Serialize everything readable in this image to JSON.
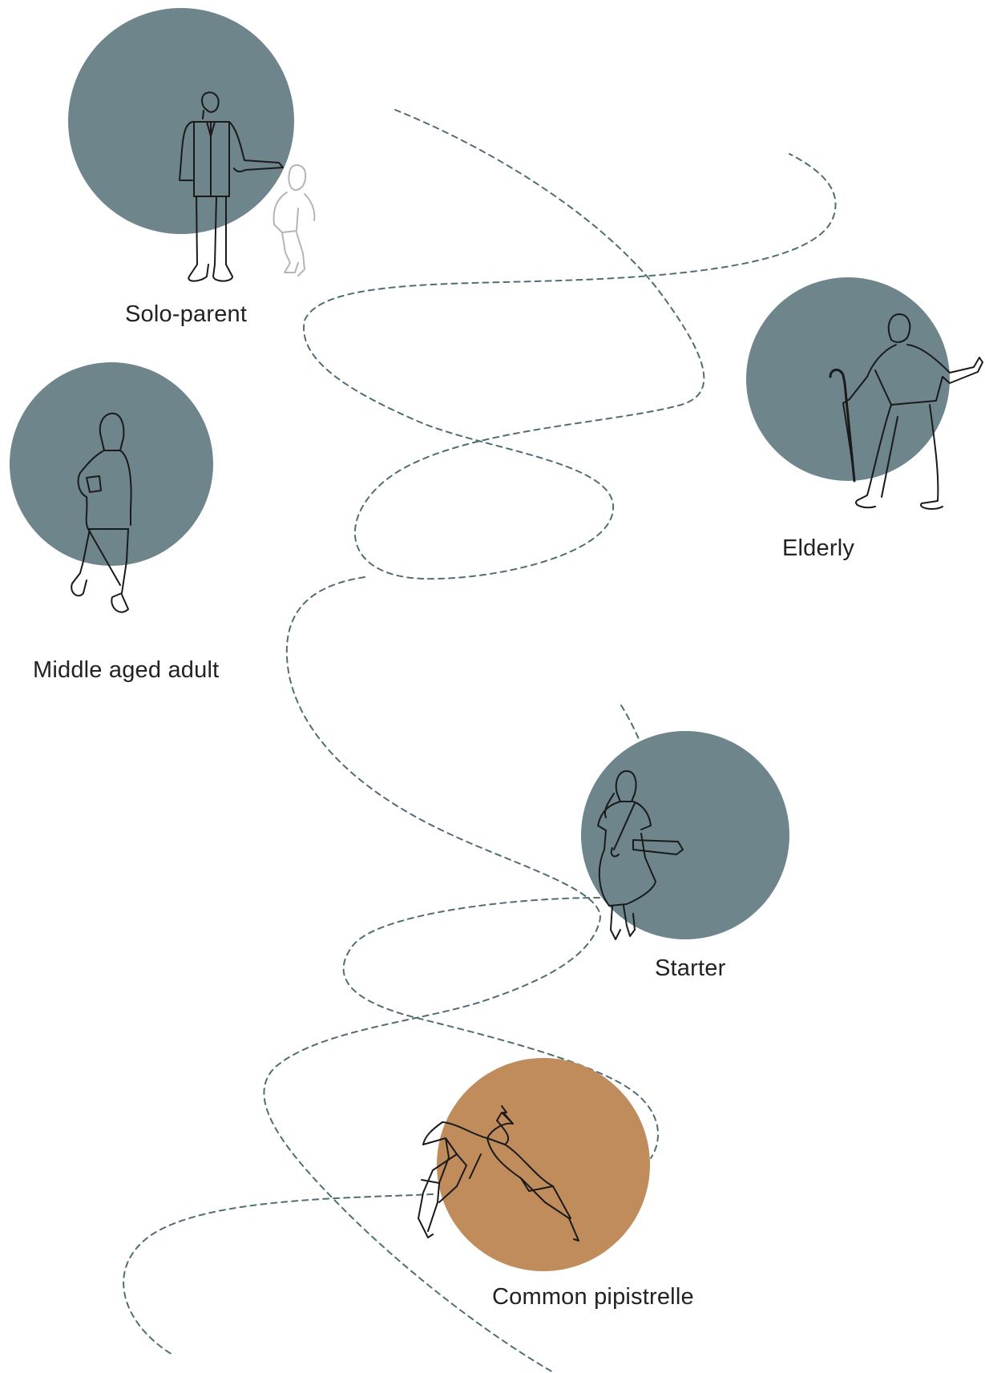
{
  "colors": {
    "background": "#ffffff",
    "persona_circle": "#6e858b",
    "species_circle": "#c08c5c",
    "path_stroke": "#4f6e73",
    "figure_stroke": "#1a1a1a",
    "figure_faint_stroke": "#b5b5b5",
    "label_text": "#222222"
  },
  "personas": [
    {
      "id": "solo-parent",
      "label": "Solo-parent",
      "kind": "person",
      "icon": "parent-with-child-figure"
    },
    {
      "id": "middle-aged-adult",
      "label": "Middle aged adult",
      "kind": "person",
      "icon": "hooded-adult-figure"
    },
    {
      "id": "elderly",
      "label": "Elderly",
      "kind": "person",
      "icon": "elderly-with-cane-figure"
    },
    {
      "id": "starter",
      "label": "Starter",
      "kind": "person",
      "icon": "young-person-with-case-figure"
    },
    {
      "id": "common-pipistrelle",
      "label": "Common pipistrelle",
      "kind": "species",
      "icon": "bat-figure"
    }
  ]
}
